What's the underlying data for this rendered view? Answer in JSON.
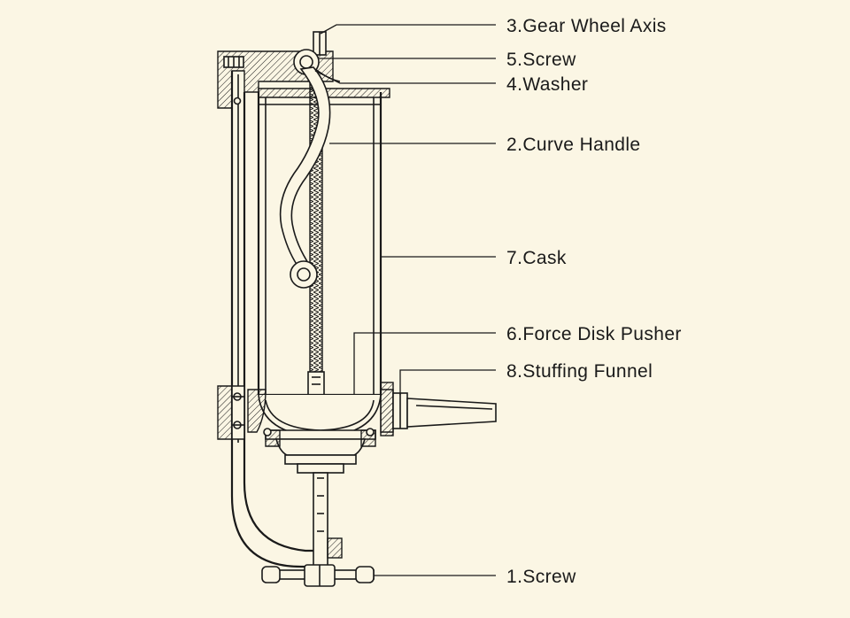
{
  "colors": {
    "background": "#fbf6e4",
    "ink": "#1a1a1a"
  },
  "labels": {
    "gear_wheel_axis": "3.Gear Wheel Axis",
    "screw_top": "5.Screw",
    "washer": "4.Washer",
    "curve_handle": "2.Curve Handle",
    "cask": "7.Cask",
    "force_disk_pusher": "6.Force Disk Pusher",
    "stuffing_funnel": "8.Stuffing Funnel",
    "screw_bottom": "1.Screw"
  }
}
